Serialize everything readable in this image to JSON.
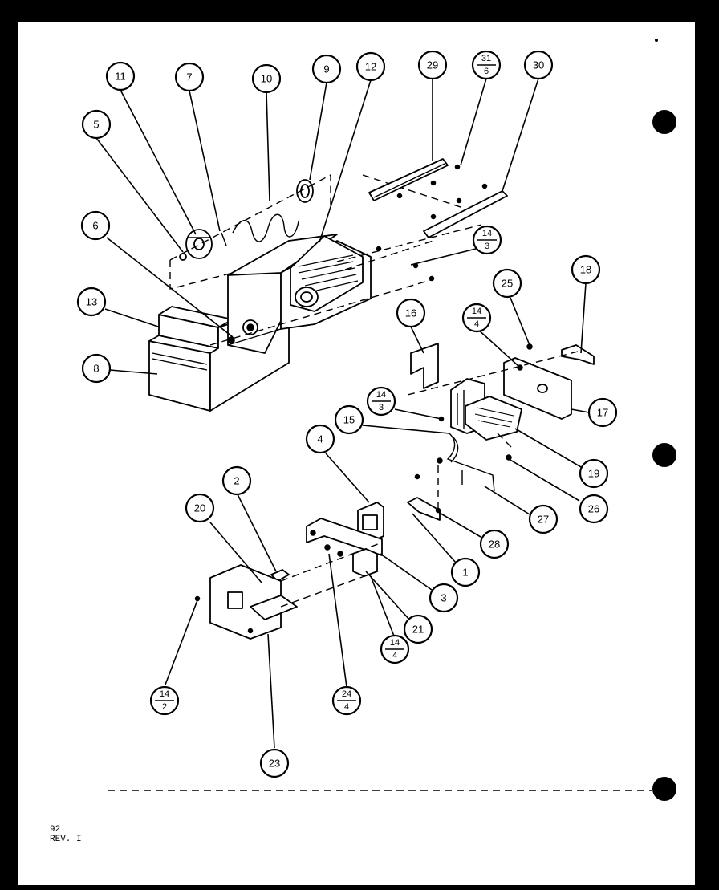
{
  "callouts": [
    {
      "id": "11",
      "label": "11"
    },
    {
      "id": "7",
      "label": "7"
    },
    {
      "id": "10",
      "label": "10"
    },
    {
      "id": "9",
      "label": "9"
    },
    {
      "id": "12",
      "label": "12"
    },
    {
      "id": "29",
      "label": "29"
    },
    {
      "id": "31-6",
      "top": "31",
      "bottom": "6"
    },
    {
      "id": "30",
      "label": "30"
    },
    {
      "id": "5",
      "label": "5"
    },
    {
      "id": "6",
      "label": "6"
    },
    {
      "id": "14-3a",
      "top": "14",
      "bottom": "3"
    },
    {
      "id": "13",
      "label": "13"
    },
    {
      "id": "8",
      "label": "8"
    },
    {
      "id": "25",
      "label": "25"
    },
    {
      "id": "18",
      "label": "18"
    },
    {
      "id": "16",
      "label": "16"
    },
    {
      "id": "14-4a",
      "top": "14",
      "bottom": "4"
    },
    {
      "id": "14-3b",
      "top": "14",
      "bottom": "3"
    },
    {
      "id": "15",
      "label": "15"
    },
    {
      "id": "17",
      "label": "17"
    },
    {
      "id": "4",
      "label": "4"
    },
    {
      "id": "19",
      "label": "19"
    },
    {
      "id": "2",
      "label": "2"
    },
    {
      "id": "20",
      "label": "20"
    },
    {
      "id": "27",
      "label": "27"
    },
    {
      "id": "26",
      "label": "26"
    },
    {
      "id": "28",
      "label": "28"
    },
    {
      "id": "1",
      "label": "1"
    },
    {
      "id": "3",
      "label": "3"
    },
    {
      "id": "21",
      "label": "21"
    },
    {
      "id": "14-4b",
      "top": "14",
      "bottom": "4"
    },
    {
      "id": "14-2",
      "top": "14",
      "bottom": "2"
    },
    {
      "id": "24-4",
      "top": "24",
      "bottom": "4"
    },
    {
      "id": "23",
      "label": "23"
    }
  ],
  "footer": {
    "code": "92",
    "revision": "REV. I"
  }
}
